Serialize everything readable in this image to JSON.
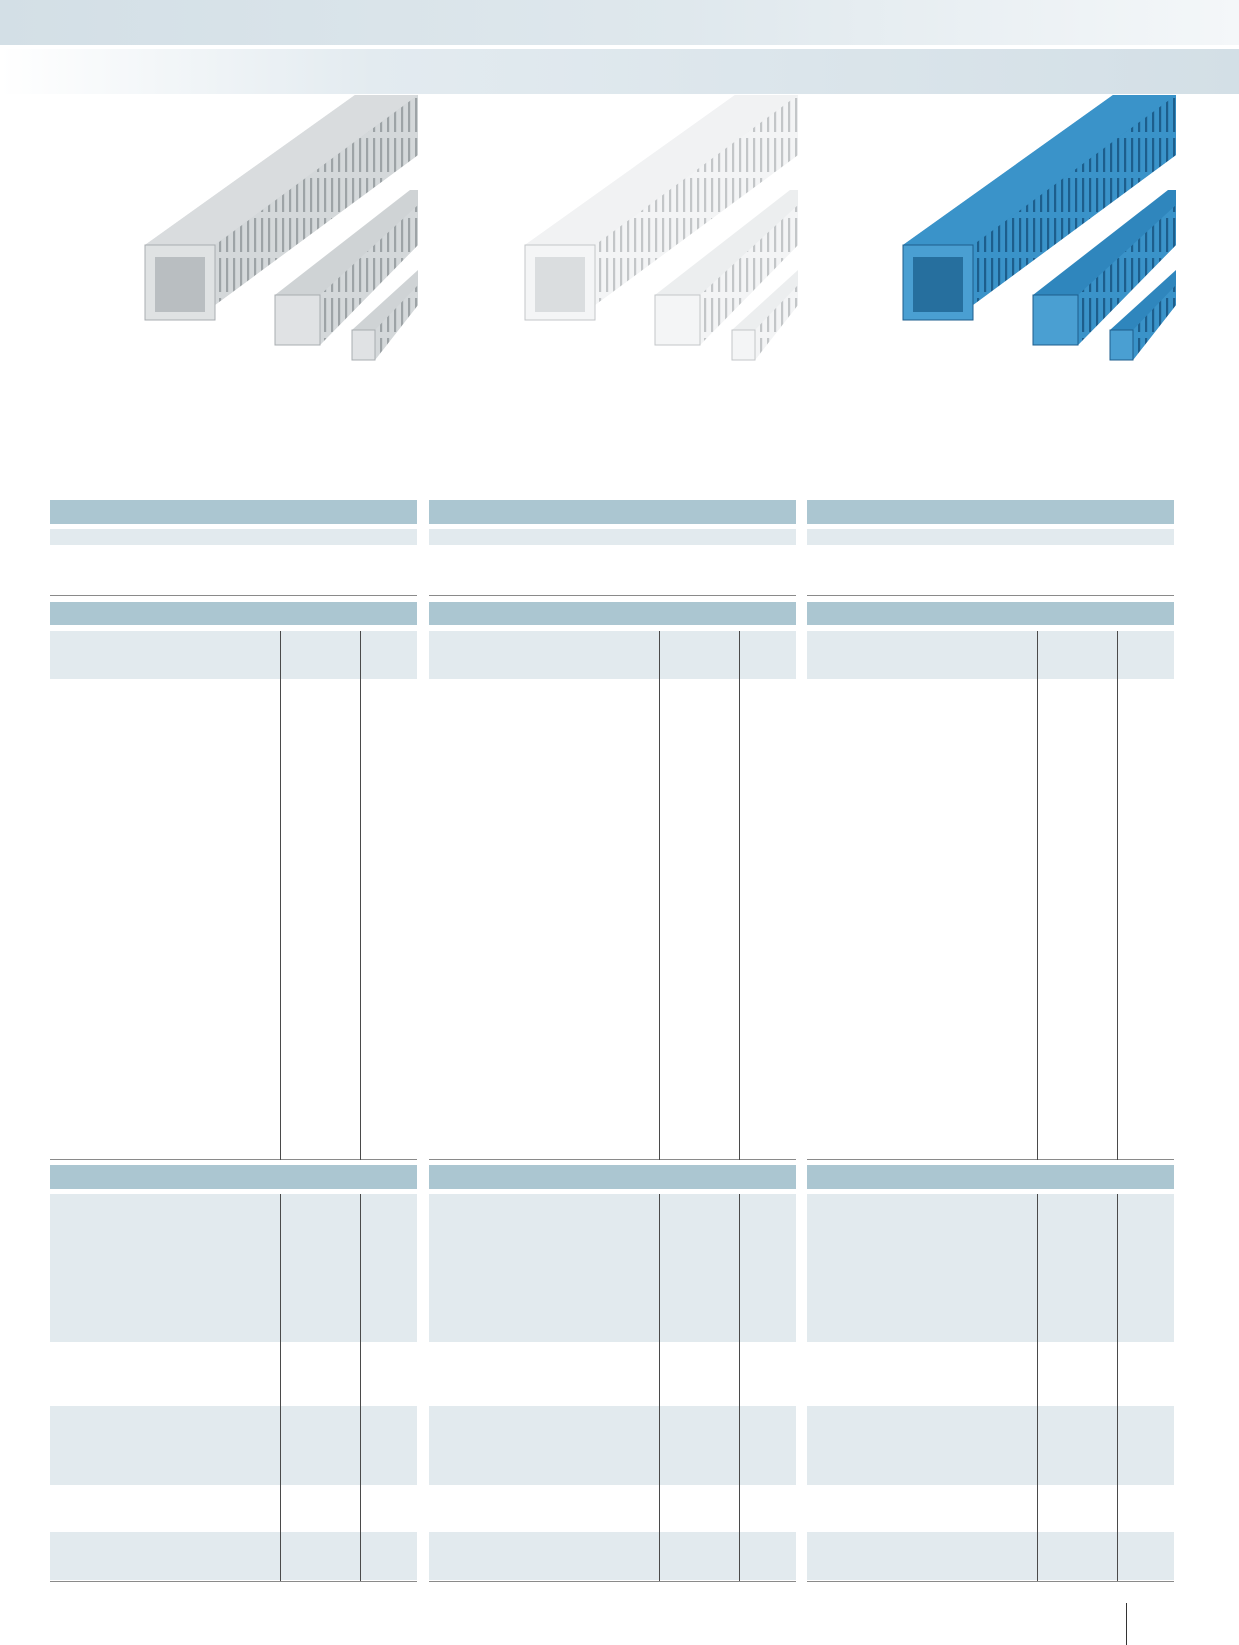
{
  "header": {
    "band_colors": [
      "#d3dfe6",
      "#f4f7f9"
    ]
  },
  "products": [
    {
      "name_icon": "gray-cable-duct-image",
      "color": "#c9cdcf"
    },
    {
      "name_icon": "white-cable-duct-image",
      "color": "#eceeef"
    },
    {
      "name_icon": "blue-cable-duct-image",
      "color": "#2f86bd"
    }
  ],
  "table_colors": {
    "header_bar": "#abc6d1",
    "row_shade": "#e2eaee",
    "rule": "#8a8a8a"
  }
}
